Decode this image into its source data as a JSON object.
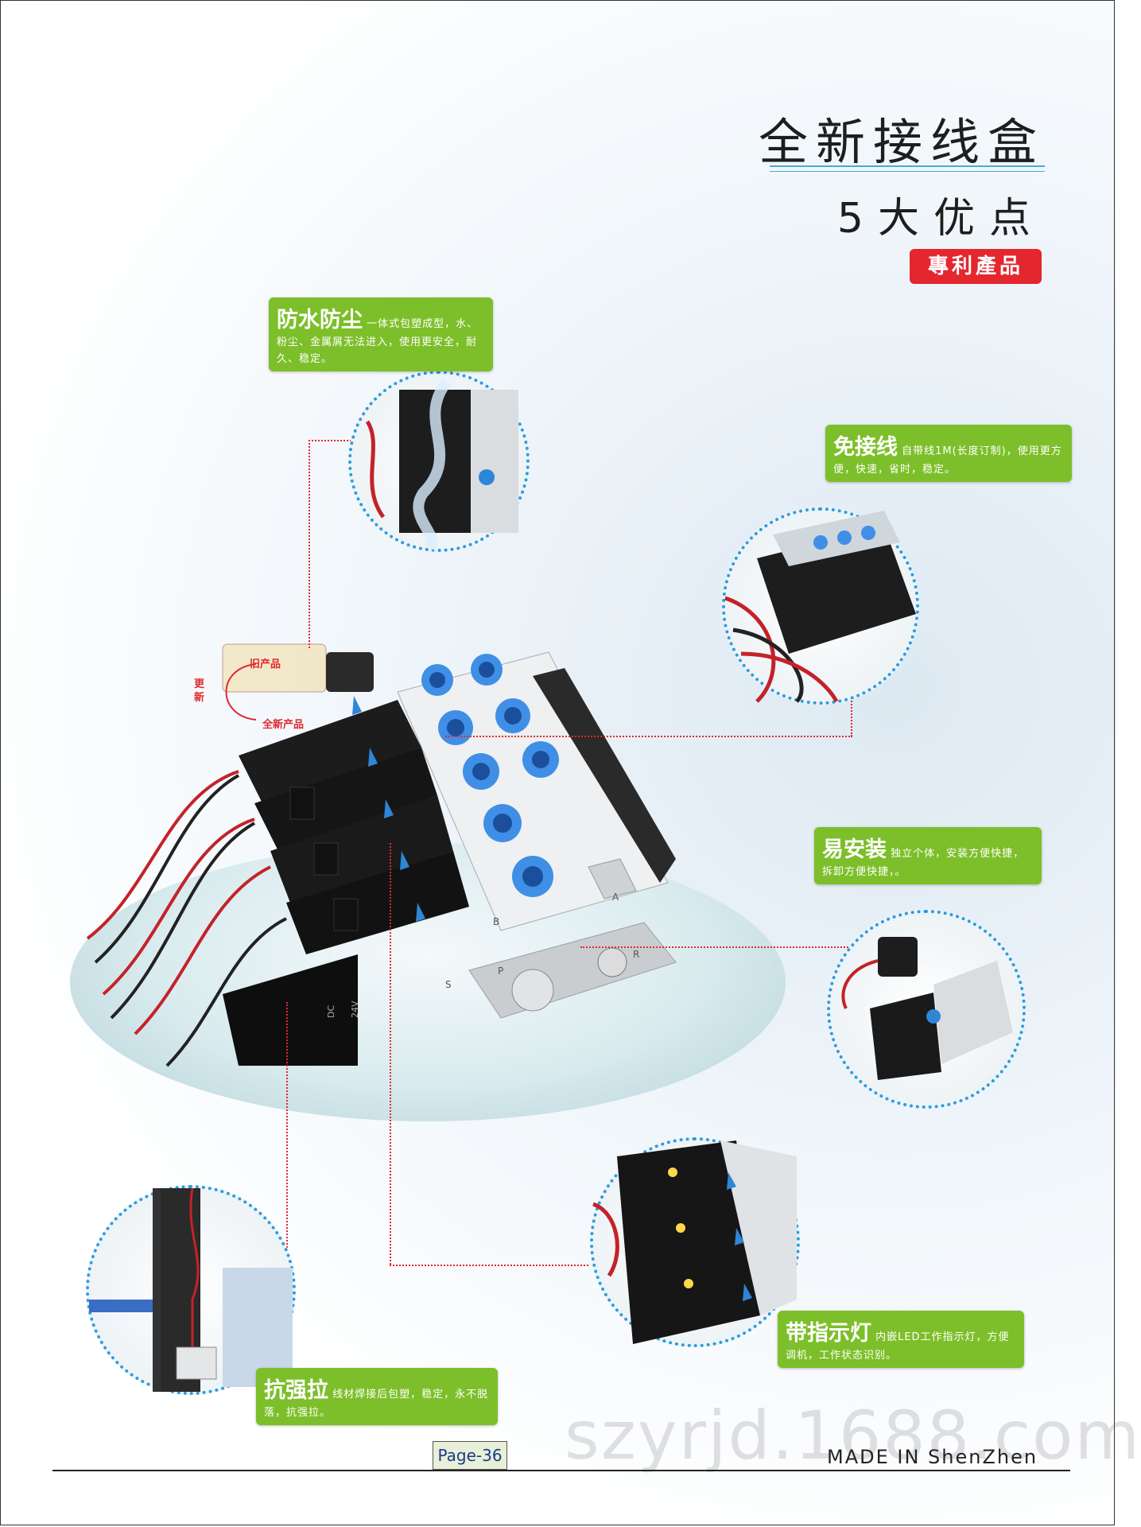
{
  "header": {
    "title": "全新接线盒",
    "subtitle": "5大优点",
    "patent_badge": "專利產品"
  },
  "callouts": {
    "waterproof": {
      "head": "防水防尘",
      "body": "一体式包塑成型，水、粉尘、金属屑无法进入，使用更安全，耐久、稳定。"
    },
    "no_wiring": {
      "head": "免接线",
      "body": "自带线1M(长度订制)，使用更方便，快速，省时，稳定。"
    },
    "easy_install": {
      "head": "易安装",
      "body": "独立个体，安装方便快捷，拆卸方便快捷，。"
    },
    "indicator": {
      "head": "带指示灯",
      "body": "内嵌LED工作指示灯，方便调机，工作状态识别。"
    },
    "pull_resist": {
      "head": "抗强拉",
      "body": "线材焊接后包塑，稳定，永不脱落，抗强拉。"
    }
  },
  "product_notes": {
    "old": "旧产品",
    "update": "更新",
    "new": "全新产品"
  },
  "valve_labels": {
    "port_b": "B",
    "port_a": "A",
    "port_s": "S",
    "port_p": "P",
    "port_r": "R",
    "coil_dc": "DC",
    "coil_v": "24V"
  },
  "footer": {
    "page": "Page-36",
    "made_in": "MADE IN ShenZhen",
    "watermark": "szyrjd.1688.com"
  },
  "colors": {
    "accent_green": "#7dbf2a",
    "patent_red": "#e4262f",
    "dot_blue": "#2a9ce0",
    "lead_red": "#e0282f"
  }
}
